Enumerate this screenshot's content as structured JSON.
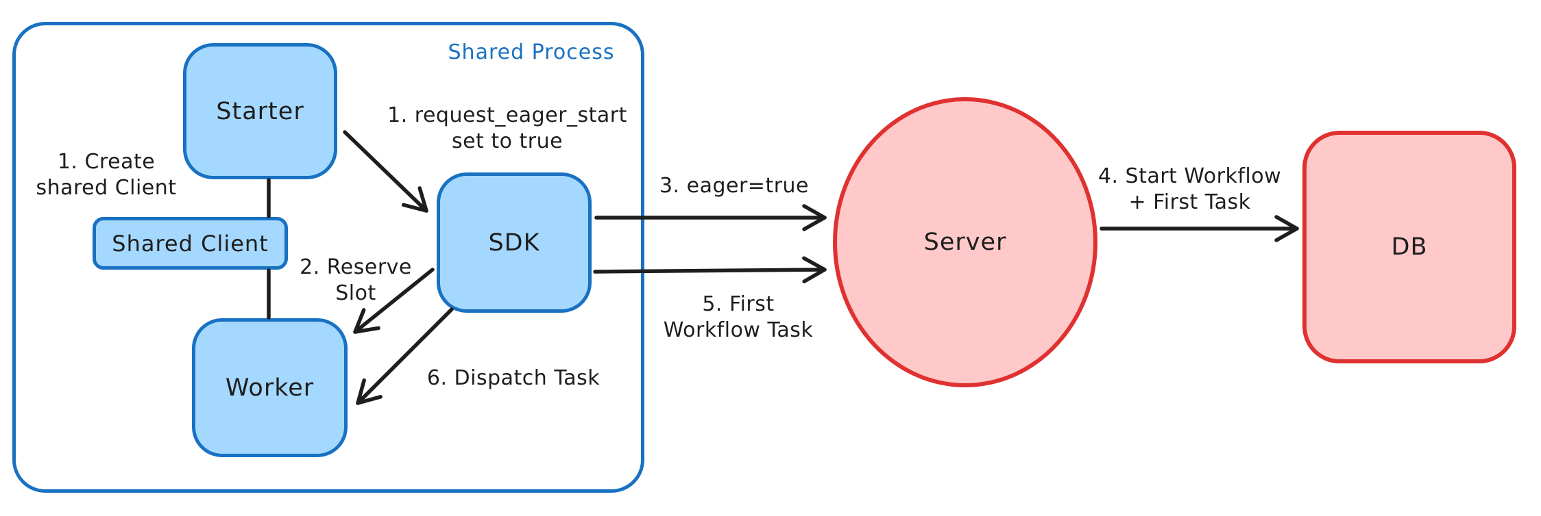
{
  "colors": {
    "blue_stroke": "#1971c2",
    "blue_fill": "#a5d8ff",
    "red_stroke": "#e03131",
    "red_fill": "#ffc9c9",
    "ink": "#1e1e1e",
    "canvas_bg": "#ffffff"
  },
  "container": {
    "label": "Shared Process"
  },
  "nodes": {
    "starter": {
      "label": "Starter"
    },
    "shared_client": {
      "label": "Shared Client"
    },
    "worker": {
      "label": "Worker"
    },
    "sdk": {
      "label": "SDK"
    },
    "server": {
      "label": "Server"
    },
    "db": {
      "label": "DB"
    }
  },
  "annotations": {
    "create_shared_client": "1. Create\nshared Client",
    "request_eager_start": "1. request_eager_start\nset to true",
    "reserve_slot": "2. Reserve\nSlot",
    "eager_true": "3. eager=true",
    "start_workflow_first_task": "4. Start Workflow\n+ First Task",
    "first_workflow_task": "5. First\nWorkflow Task",
    "dispatch_task": "6. Dispatch Task"
  }
}
